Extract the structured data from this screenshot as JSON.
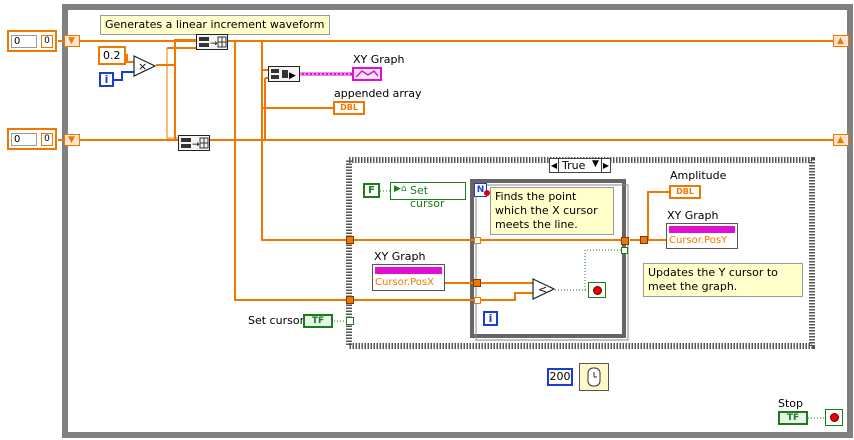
{
  "comments": {
    "top": "Generates a linear increment waveform",
    "finds_point": "Finds the point which the X cursor meets the line.",
    "updates_y": "Updates the Y cursor to meet the graph."
  },
  "controls": {
    "control1_value": "0",
    "control1_index": "0",
    "control2_value": "0",
    "control2_index": "0"
  },
  "constants": {
    "multiplier": "0.2",
    "wait_ms": "200",
    "false_const": "F"
  },
  "indicators": {
    "xy_graph_terminal_label": "XY Graph",
    "appended_array_label": "appended array",
    "amplitude_label": "Amplitude",
    "dbl": "DBL"
  },
  "case": {
    "selector_value": "True"
  },
  "property_nodes": {
    "set_cursor_local": "Set cursor",
    "xy_graph_in_label": "XY Graph",
    "cursor_posx": "Cursor.PosX",
    "xy_graph_out_label": "XY Graph",
    "cursor_posy": "Cursor.PosY"
  },
  "terminals": {
    "set_cursor_label": "Set cursor",
    "stop_label": "Stop",
    "tf": "TF",
    "iteration": "i",
    "iteration_inner": "i"
  },
  "colors": {
    "dbl_wire": "#f07800",
    "cluster_wire": "#e010d0",
    "bool_wire": "#1a7c1a",
    "loop_border": "#808080"
  }
}
